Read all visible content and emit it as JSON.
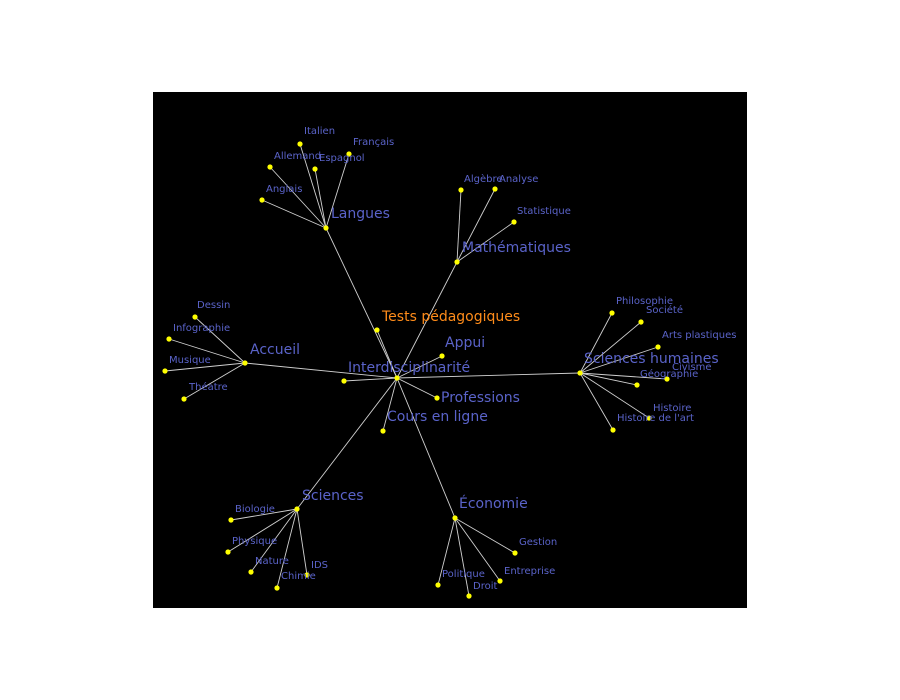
{
  "colors": {
    "background": "#000000",
    "page": "#ffffff",
    "node": "#ffff00",
    "edge": "#d0d0d0",
    "label": "#5a63c9",
    "highlight": "#ff8c1a"
  },
  "center": {
    "id": "interdisciplinarite",
    "label": "Interdisciplinarité"
  },
  "hubs": [
    {
      "id": "langues",
      "label": "Langues",
      "leaves": [
        "Italien",
        "Français",
        "Allemand",
        "Espagnol",
        "Anglais"
      ]
    },
    {
      "id": "mathematiques",
      "label": "Mathématiques",
      "leaves": [
        "Algèbre",
        "Analyse",
        "Statistique"
      ]
    },
    {
      "id": "tests",
      "label": "Tests pédagogiques",
      "highlight": true,
      "leaves": []
    },
    {
      "id": "appui",
      "label": "Appui",
      "leaves": []
    },
    {
      "id": "accueil",
      "label": "Accueil",
      "leaves": [
        "Dessin",
        "Infographie",
        "Musique",
        "Théatre"
      ]
    },
    {
      "id": "sciences-humaines",
      "label": "Sciences humaines",
      "leaves": [
        "Philosophie",
        "Société",
        "Arts plastiques",
        "Civisme",
        "Géographie",
        "Histoire",
        "Histoire de l'art"
      ]
    },
    {
      "id": "professions",
      "label": "Professions",
      "leaves": []
    },
    {
      "id": "cours-en-ligne",
      "label": "Cours en ligne",
      "leaves": []
    },
    {
      "id": "sciences",
      "label": "Sciences",
      "leaves": [
        "Biologie",
        "Physique",
        "Nature",
        "IDS",
        "Chimie"
      ]
    },
    {
      "id": "economie",
      "label": "Économie",
      "leaves": [
        "Gestion",
        "Entreprise",
        "Politique",
        "Droit"
      ]
    }
  ]
}
